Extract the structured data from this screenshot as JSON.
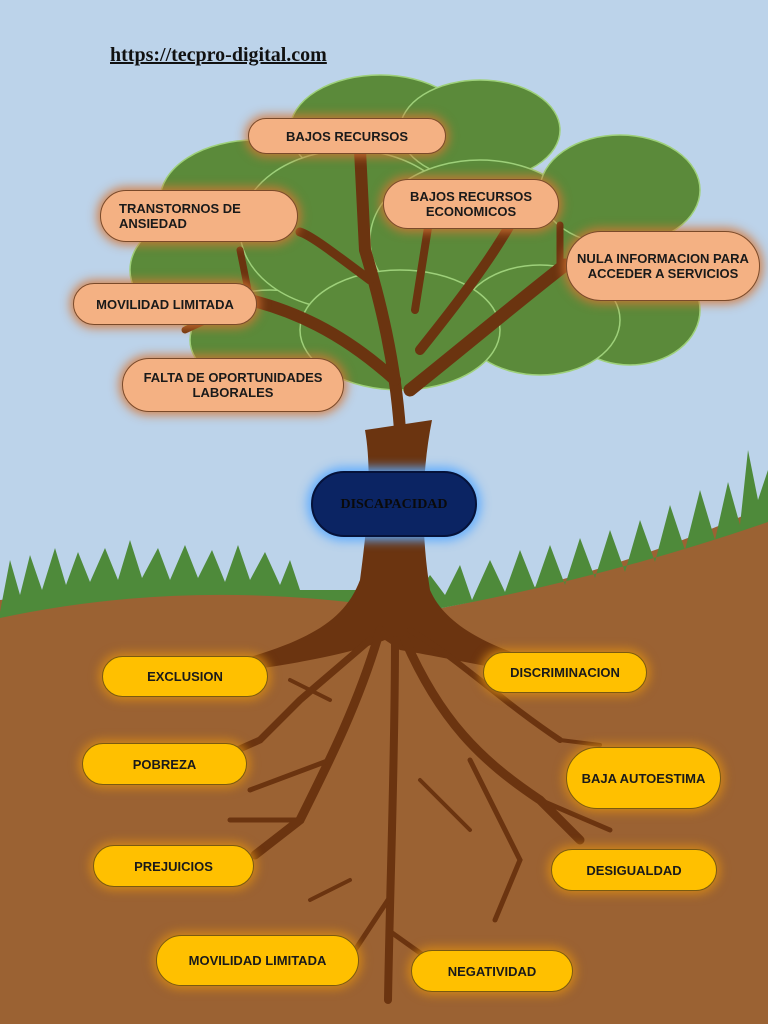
{
  "header": {
    "url": "https://tecpro-digital.com"
  },
  "center": {
    "label": "DISCAPACIDAD"
  },
  "effects": [
    "BAJOS RECURSOS",
    "TRANSTORNOS DE ANSIEDAD",
    "BAJOS RECURSOS ECONOMICOS",
    "NULA INFORMACION PARA ACCEDER A SERVICIOS",
    "MOVILIDAD LIMITADA",
    "FALTA DE OPORTUNIDADES LABORALES"
  ],
  "causes": [
    "EXCLUSION",
    "DISCRIMINACION",
    "POBREZA",
    "BAJA AUTOESTIMA",
    "PREJUICIOS",
    "DESIGUALDAD",
    "MOVILIDAD LIMITADA",
    "NEGATIVIDAD"
  ],
  "colors": {
    "sky": "#bcd3ea",
    "foliage": "#5a8a3a",
    "grass": "#4e8a3a",
    "soil": "#9b6233",
    "trunk": "#6b3410",
    "effect_box": "#f4b183",
    "cause_box": "#ffc000",
    "center_box": "#0b2463"
  }
}
